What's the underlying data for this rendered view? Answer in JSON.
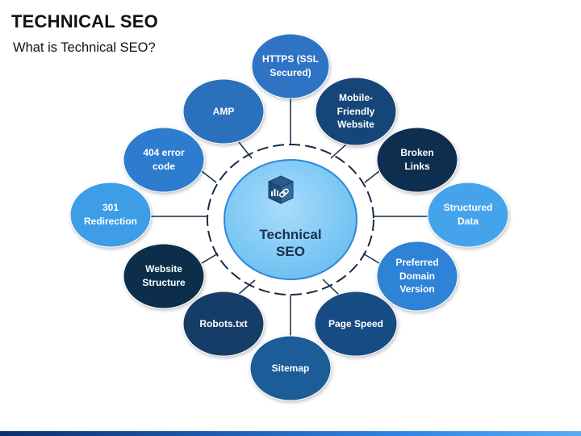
{
  "header": {
    "title": "TECHNICAL SEO",
    "subtitle": "What is Technical SEO?"
  },
  "center": {
    "label": "Technical\nSEO",
    "icon": "box-link-icon"
  },
  "nodes": [
    {
      "id": "https",
      "label": "HTTPS (SSL\nSecured)",
      "color": "#2f73c4"
    },
    {
      "id": "mobile-friendly",
      "label": "Mobile-\nFriendly\nWebsite",
      "color": "#174478"
    },
    {
      "id": "broken-links",
      "label": "Broken\nLinks",
      "color": "#0f2e4f"
    },
    {
      "id": "structured-data",
      "label": "Structured\nData",
      "color": "#45a3ec"
    },
    {
      "id": "preferred-domain",
      "label": "Preferred\nDomain\nVersion",
      "color": "#2f83d6"
    },
    {
      "id": "page-speed",
      "label": "Page Speed",
      "color": "#184c84"
    },
    {
      "id": "sitemap",
      "label": "Sitemap",
      "color": "#1f5c98"
    },
    {
      "id": "robots",
      "label": "Robots.txt",
      "color": "#163c68"
    },
    {
      "id": "website-structure",
      "label": "Website\nStructure",
      "color": "#0f2d4c"
    },
    {
      "id": "redirection",
      "label": "301\nRedirection",
      "color": "#3e9de6"
    },
    {
      "id": "404-error",
      "label": "404 error\ncode",
      "color": "#2e7cd0"
    },
    {
      "id": "amp",
      "label": "AMP",
      "color": "#2a6fbb"
    }
  ]
}
